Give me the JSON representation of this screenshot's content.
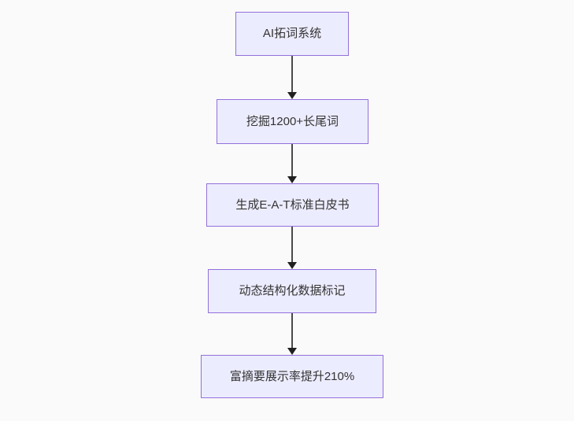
{
  "diagram": {
    "type": "flowchart",
    "direction": "top-down",
    "nodes": [
      {
        "label": "AI拓词系统"
      },
      {
        "label": "挖掘1200+长尾词"
      },
      {
        "label": "生成E-A-T标准白皮书"
      },
      {
        "label": "动态结构化数据标记"
      },
      {
        "label": "富摘要展示率提升210%"
      }
    ],
    "edges": [
      {
        "from": "AI拓词系统",
        "to": "挖掘1200+长尾词"
      },
      {
        "from": "挖掘1200+长尾词",
        "to": "生成E-A-T标准白皮书"
      },
      {
        "from": "生成E-A-T标准白皮书",
        "to": "动态结构化数据标记"
      },
      {
        "from": "动态结构化数据标记",
        "to": "富摘要展示率提升210%"
      }
    ],
    "colors": {
      "node_fill": "#ececff",
      "node_border": "#9370db",
      "node_text": "#333333",
      "edge_line": "#4a4a4a",
      "edge_arrowhead": "#1f1f1f",
      "background": "#fafafa"
    }
  }
}
